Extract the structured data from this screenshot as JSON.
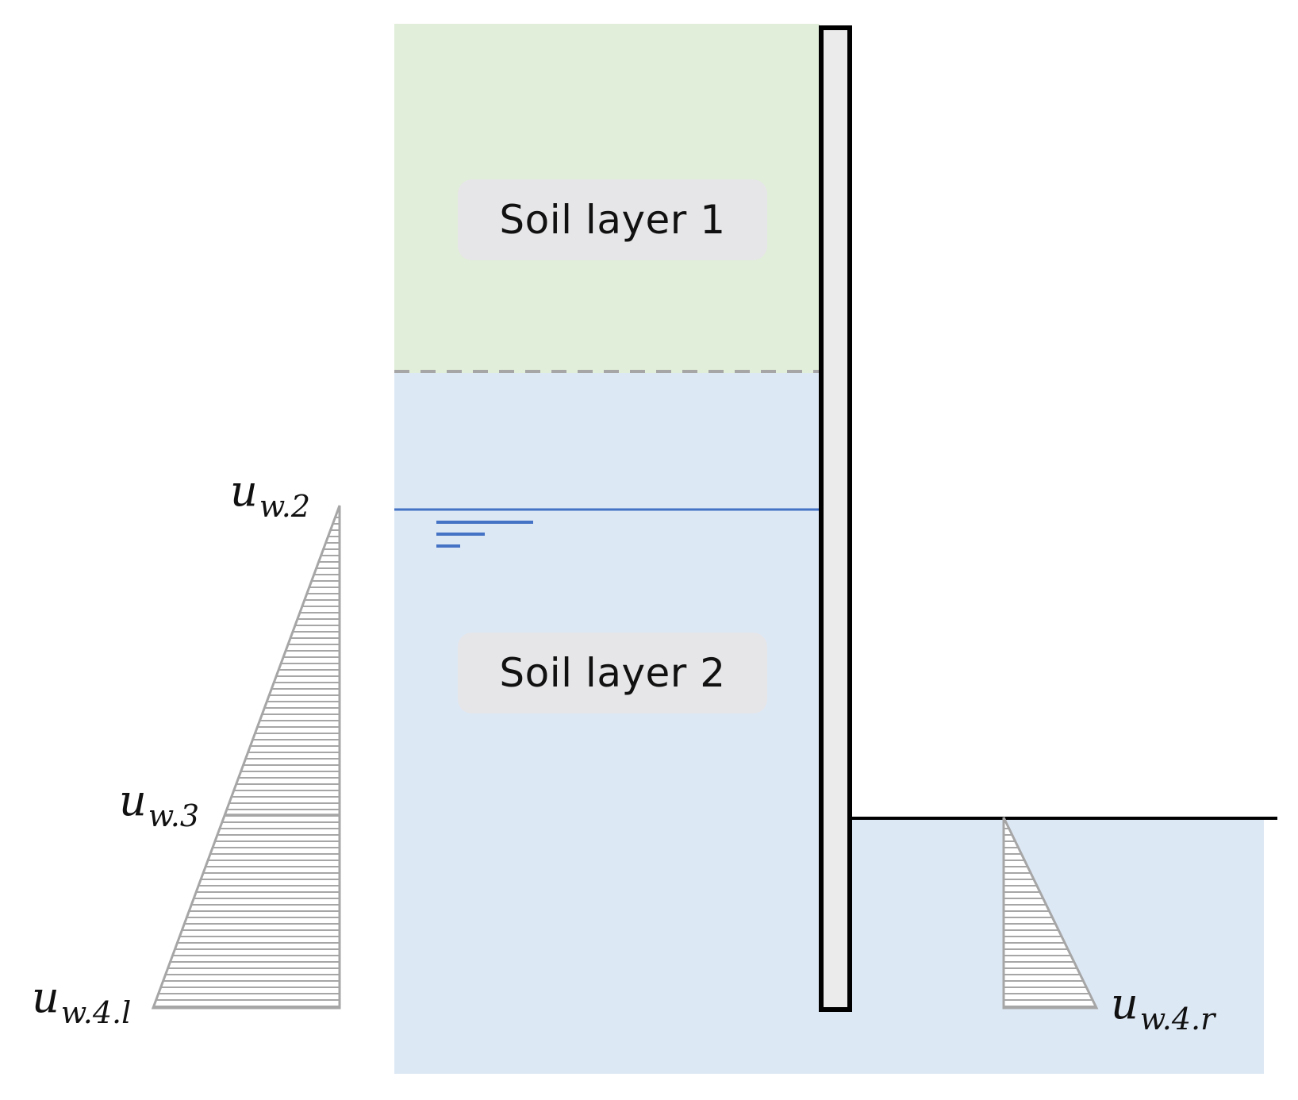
{
  "diagram": {
    "type": "sheet pile wall pore water pressure diagram",
    "colors": {
      "soil_layer_1": "#e1eed9",
      "soil_layer_2": "#dde8f5",
      "wall_fill": "#ebebeb",
      "wall_stroke": "#000000",
      "layer_boundary_dashed": "#a6a6a6",
      "water_table": "#4472c4",
      "pressure_diagram_stroke": "#a6a6a6",
      "pressure_diagram_fill": "#ffffff",
      "label_box": "#e6e6e8",
      "text": "#111111"
    },
    "layers": [
      {
        "label": "Soil layer 1"
      },
      {
        "label": "Soil layer 2"
      }
    ],
    "pressure_labels": {
      "uw2": {
        "base": "u",
        "sub": "w.2"
      },
      "uw3": {
        "base": "u",
        "sub": "w.3"
      },
      "uw4l": {
        "base": "u",
        "sub": "w.4.l"
      },
      "uw4r": {
        "base": "u",
        "sub": "w.4.r"
      }
    },
    "water_table_symbol": "water-level-icon"
  }
}
